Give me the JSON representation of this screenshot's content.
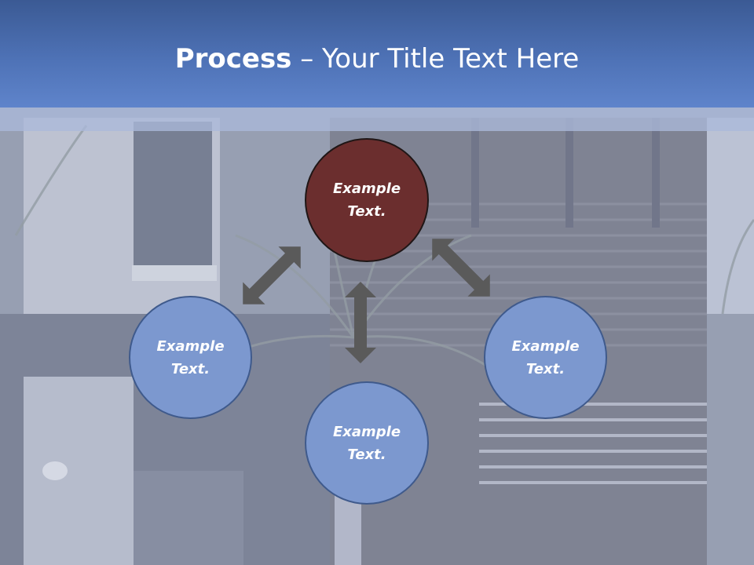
{
  "title": {
    "bold": "Process",
    "rest": " – Your Title Text Here"
  },
  "nodes": [
    {
      "id": "top",
      "label": "Example\nText.",
      "line1": "Example",
      "line2": "Text.",
      "color": "#6b2e2e"
    },
    {
      "id": "left",
      "line1": "Example",
      "line2": "Text.",
      "color": "#7c98cf"
    },
    {
      "id": "bottom",
      "line1": "Example",
      "line2": "Text.",
      "color": "#7c98cf"
    },
    {
      "id": "right",
      "line1": "Example",
      "line2": "Text.",
      "color": "#7c98cf"
    }
  ],
  "colors": {
    "header": "#4e72b6",
    "arrow": "#5a5a5a",
    "node_blue": "#7c98cf",
    "node_dark": "#6b2e2e"
  }
}
